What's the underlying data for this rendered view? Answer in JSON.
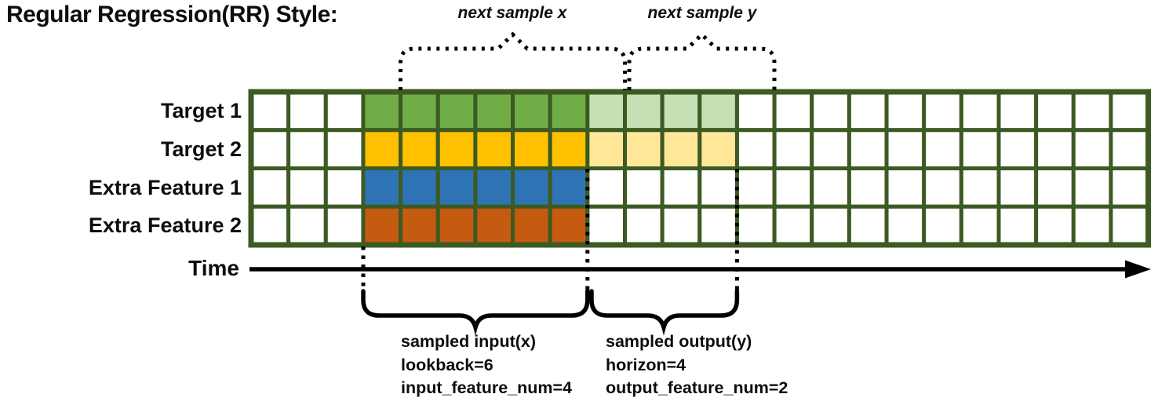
{
  "title": "Regular Regression(RR) Style:",
  "annotations": {
    "next_sample_x": "next sample x",
    "next_sample_y": "next sample y",
    "time_label": "Time",
    "input_block": {
      "line1": "sampled input(x)",
      "line2": "lookback=6",
      "line3": "input_feature_num=4"
    },
    "output_block": {
      "line1": "sampled output(y)",
      "line2": "horizon=4",
      "line3": "output_feature_num=2"
    }
  },
  "diagram": {
    "type": "sampling-window-grid",
    "columns": 24,
    "input_start_col": 3,
    "lookback": 6,
    "horizon": 4,
    "rows": [
      {
        "label": "Target 1",
        "kind": "target",
        "input_color": "#70AD47",
        "output_color": "#C5E0B4"
      },
      {
        "label": "Target 2",
        "kind": "target",
        "input_color": "#FFC000",
        "output_color": "#FFE699"
      },
      {
        "label": "Extra Feature 1",
        "kind": "feature",
        "input_color": "#2E74B5",
        "output_color": null
      },
      {
        "label": "Extra Feature 2",
        "kind": "feature",
        "input_color": "#C55A11",
        "output_color": null
      }
    ],
    "colors": {
      "grid_border": "#3C5A22",
      "empty_cell": "#FFFFFF",
      "ink": "#000000"
    }
  }
}
